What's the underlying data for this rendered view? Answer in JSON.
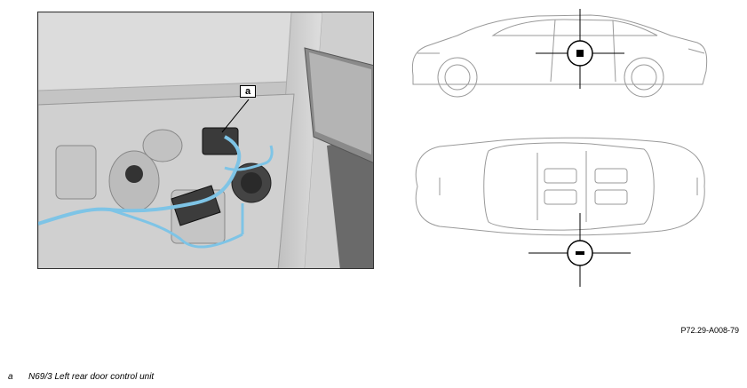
{
  "callout_label": "a",
  "figure_code": "P72.29-A008-79",
  "legend": [
    {
      "key": "a",
      "text": "N69/3 Left rear door control unit"
    }
  ],
  "colors": {
    "harness": "#7ec4e6",
    "border": "#333333"
  },
  "icons": [
    "door-photo",
    "car-side-view",
    "car-top-view",
    "crosshair-marker-icon"
  ]
}
